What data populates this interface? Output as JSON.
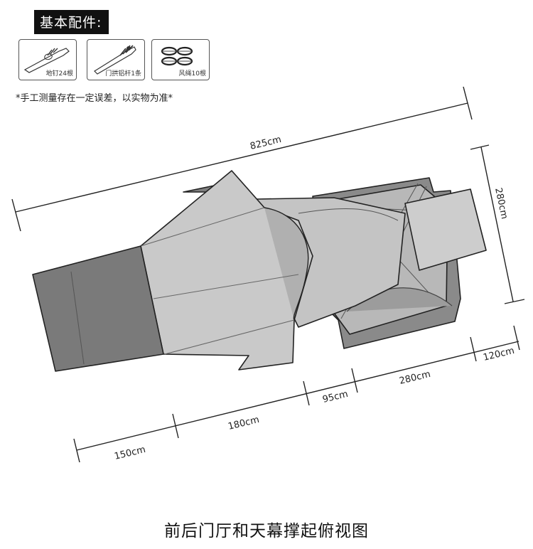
{
  "header": {
    "title": "基本配件:"
  },
  "accessories": [
    {
      "label": "地钉24根",
      "icon": "ground-stake-icon"
    },
    {
      "label": "门拱铝杆1条",
      "icon": "aluminum-pole-icon"
    },
    {
      "label": "风绳10根",
      "icon": "wind-rope-icon"
    }
  ],
  "note": "*手工测量存在一定误差，以实物为准*",
  "dimensions": {
    "total_length": "825cm",
    "width": "280cm",
    "segments": [
      "150cm",
      "180cm",
      "95cm",
      "280cm",
      "120cm"
    ]
  },
  "caption": "前后门厅和天幕撑起俯视图",
  "colors": {
    "tent_light": "#c9c9c9",
    "tent_dark": "#787878",
    "tent_mid": "#a6a6a6",
    "outline": "#222222"
  }
}
